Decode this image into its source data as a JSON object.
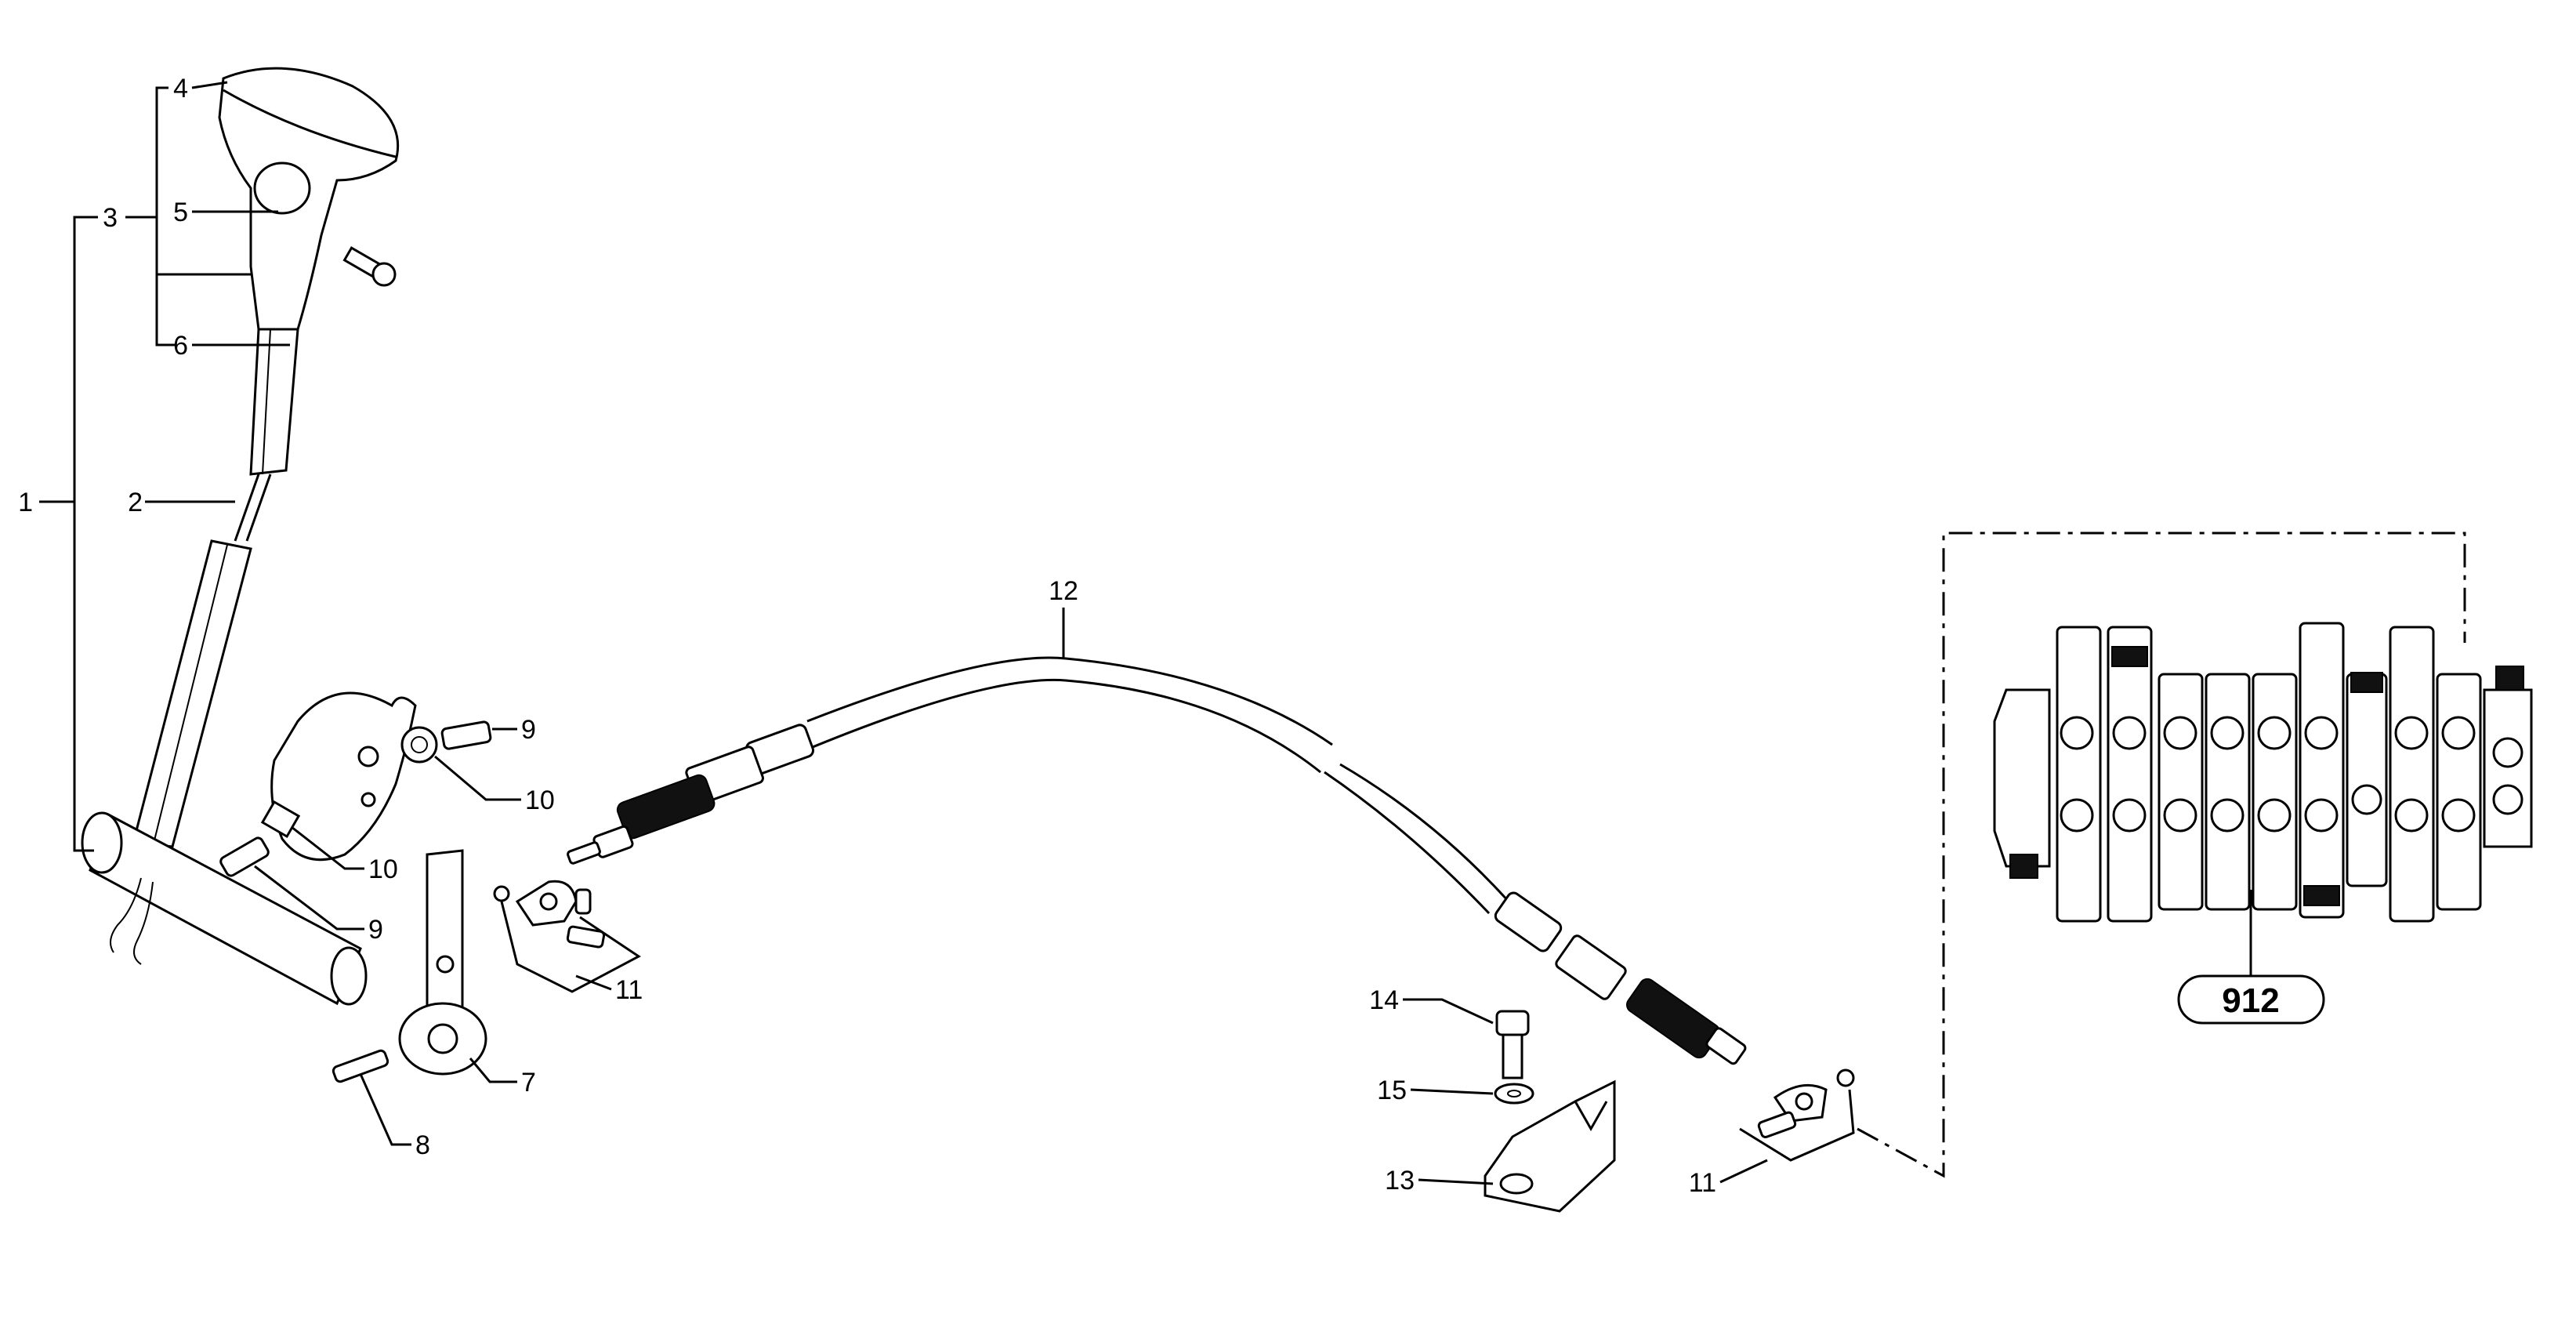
{
  "callouts": {
    "c1": "1",
    "c2": "2",
    "c3": "3",
    "c4": "4",
    "c5": "5",
    "c6": "6",
    "c7": "7",
    "c8": "8",
    "c9a": "9",
    "c9b": "9",
    "c10a": "10",
    "c10b": "10",
    "c11a": "11",
    "c11b": "11",
    "c12": "12",
    "c13": "13",
    "c14": "14",
    "c15": "15"
  },
  "reference": {
    "label": "912"
  },
  "colors": {
    "line": "#000000",
    "background": "#ffffff",
    "boot": "#111111"
  }
}
